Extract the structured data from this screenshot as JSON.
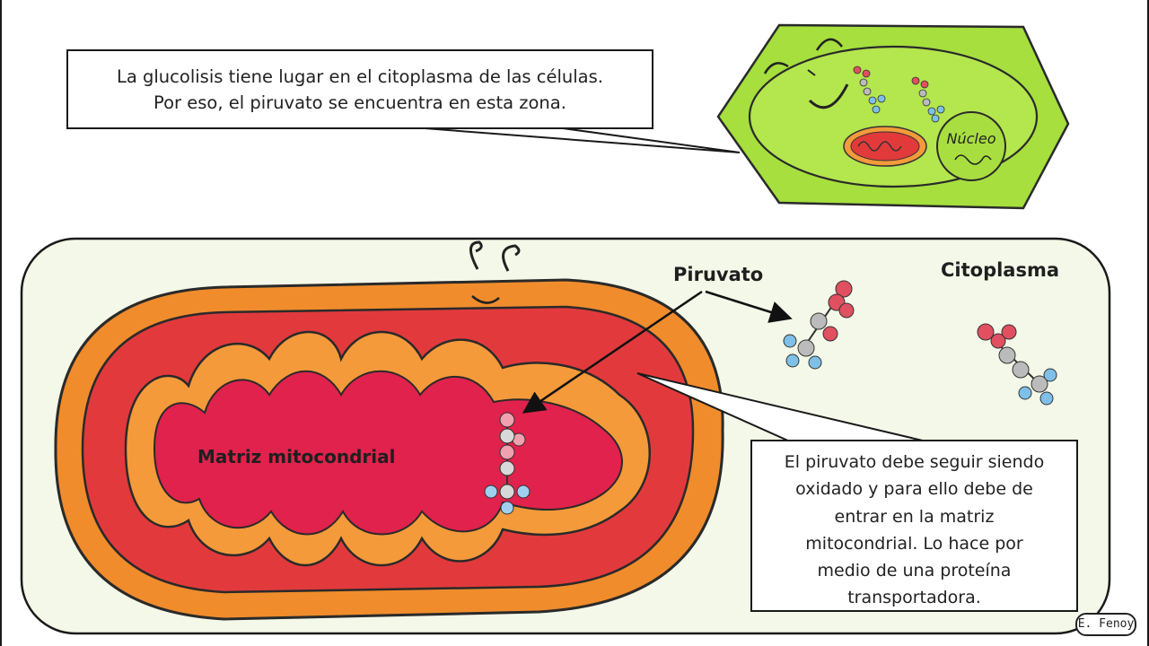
{
  "callouts": {
    "top": {
      "line1": "La glucolisis tiene lugar en el citoplasma de las células.",
      "line2": "Por eso, el piruvato se encuentra en esta zona."
    },
    "bottom": {
      "line1": "El piruvato debe seguir siendo",
      "line2": "oxidado y para ello debe de",
      "line3": "entrar en la matriz",
      "line4": "mitocondrial. Lo hace por",
      "line5": "medio de una proteína",
      "line6": "transportadora."
    }
  },
  "labels": {
    "piruvato": "Piruvato",
    "citoplasma": "Citoplasma",
    "matriz": "Matriz mitocondrial"
  },
  "cell": {
    "nucleus_label": "Núcleo"
  },
  "signature": "E. Fenoy",
  "colors": {
    "cell_green": "#9fdc3a",
    "cytoplasm_bg": "#f4f8e8",
    "outer_membrane": "#f08a2a",
    "intermembrane": "#e4383a",
    "inner_membrane": "#f49a3a",
    "matrix": "#e0204a",
    "carbon": "#b8b8b8",
    "oxygen": "#e05060",
    "hydrogen": "#7ec0e8"
  }
}
